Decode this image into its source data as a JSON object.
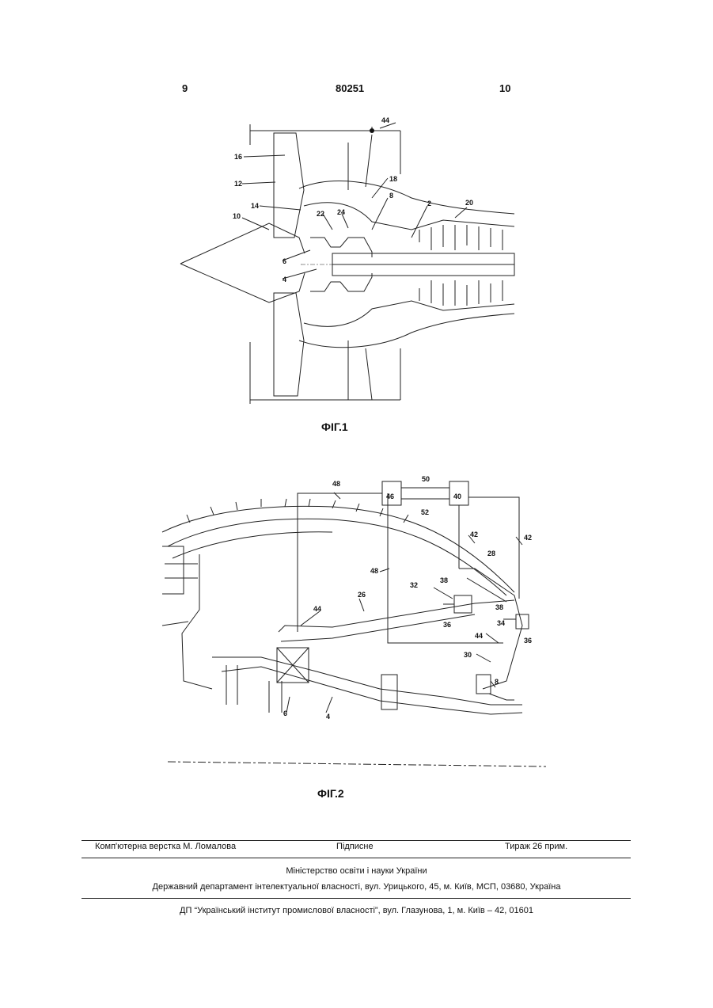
{
  "header": {
    "page_left": "9",
    "patent_number": "80251",
    "page_right": "10"
  },
  "fig1": {
    "caption": "ФІГ.1",
    "labels": [
      "44",
      "16",
      "12",
      "14",
      "10",
      "6",
      "4",
      "18",
      "8",
      "2",
      "20",
      "22",
      "24"
    ]
  },
  "fig2": {
    "caption": "ФІГ.2",
    "labels": [
      "48",
      "50",
      "46",
      "40",
      "52",
      "42",
      "42",
      "28",
      "48",
      "26",
      "32",
      "38",
      "38",
      "34",
      "36",
      "36",
      "44",
      "44",
      "30",
      "8",
      "6",
      "4"
    ]
  },
  "footer": {
    "typesetter": "Комп'ютерна верстка М. Ломалова",
    "signed": "Підписне",
    "circulation": "Тираж 26 прим.",
    "ministry": "Міністерство освіти і науки України",
    "department": "Державний департамент інтелектуальної власності, вул. Урицького, 45, м. Київ, МСП, 03680, Україна",
    "institute": "ДП “Український інститут промислової власності”, вул. Глазунова, 1, м. Київ – 42, 01601"
  }
}
